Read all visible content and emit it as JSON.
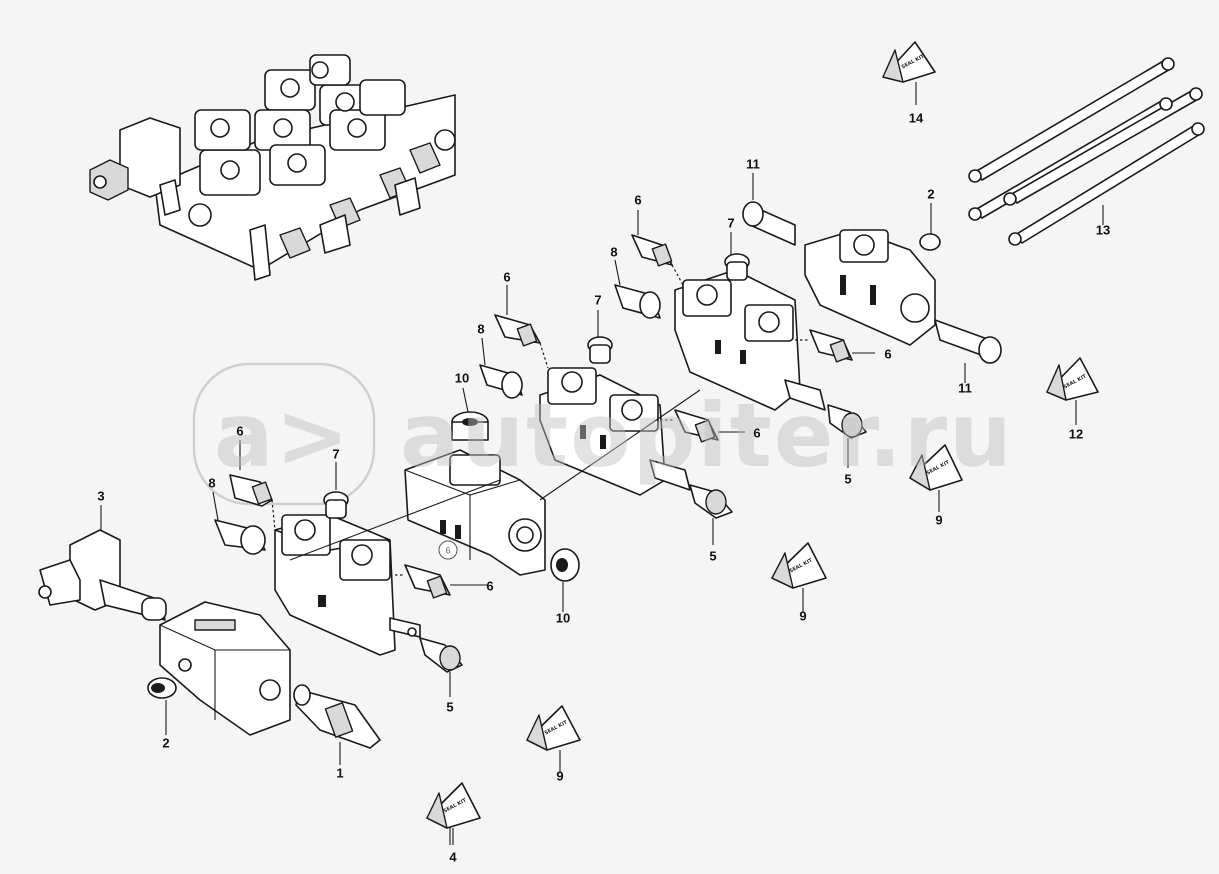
{
  "watermark": {
    "site": "autopiter.ru",
    "logo_text": "a>"
  },
  "seal_kit_label": "SEAL KIT",
  "callouts": {
    "c1": "1",
    "c2a": "2",
    "c2b": "2",
    "c3": "3",
    "c4": "4",
    "c5a": "5",
    "c5b": "5",
    "c5c": "5",
    "c6a": "6",
    "c6b": "6",
    "c6c": "6",
    "c6d": "6",
    "c6e": "6",
    "c6f": "6",
    "c6circle": "6",
    "c7a": "7",
    "c7b": "7",
    "c7c": "7",
    "c8a": "8",
    "c8b": "8",
    "c8c": "8",
    "c9a": "9",
    "c9b": "9",
    "c9c": "9",
    "c10a": "10",
    "c10b": "10",
    "c11a": "11",
    "c11b": "11",
    "c12": "12",
    "c13": "13",
    "c14": "14"
  },
  "colors": {
    "background": "#f5f5f5",
    "line": "#1a1a1a",
    "part_fill": "#ffffff",
    "shade": "#d8d8d8",
    "watermark": "#c8c8c8"
  }
}
